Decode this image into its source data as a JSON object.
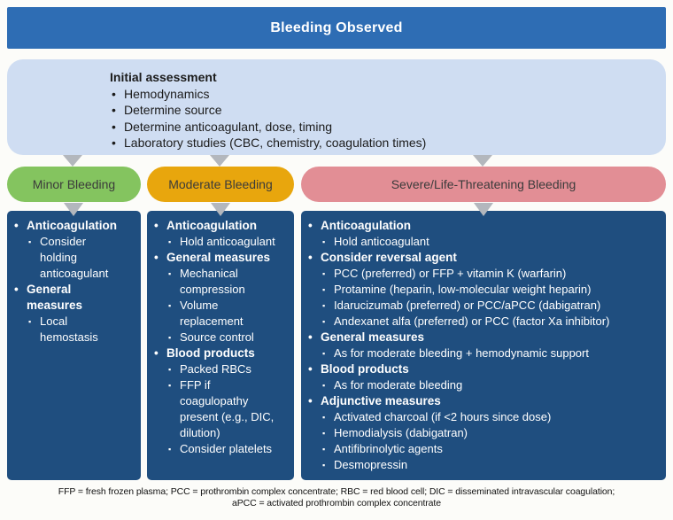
{
  "title": "Bleeding Observed",
  "assessment": {
    "heading": "Initial assessment",
    "items": [
      "Hemodynamics",
      "Determine source",
      "Determine anticoagulant, dose, timing",
      "Laboratory studies (CBC, chemistry, coagulation times)"
    ]
  },
  "branches": [
    {
      "label": "Minor Bleeding",
      "color": "#84c45f",
      "sections": [
        {
          "heading": "Anticoagulation",
          "items": [
            "Consider holding anticoagulant"
          ]
        },
        {
          "heading": "General measures",
          "items": [
            "Local hemostasis"
          ]
        }
      ]
    },
    {
      "label": "Moderate Bleeding",
      "color": "#e8a60d",
      "sections": [
        {
          "heading": "Anticoagulation",
          "items": [
            "Hold anticoagulant"
          ]
        },
        {
          "heading": "General measures",
          "items": [
            "Mechanical compression",
            "Volume replacement",
            "Source control"
          ]
        },
        {
          "heading": "Blood products",
          "items": [
            "Packed RBCs",
            "FFP if coagulopathy present (e.g., DIC, dilution)",
            "Consider platelets"
          ]
        }
      ]
    },
    {
      "label": "Severe/Life-Threatening Bleeding",
      "color": "#e28e95",
      "sections": [
        {
          "heading": "Anticoagulation",
          "items": [
            "Hold anticoagulant"
          ]
        },
        {
          "heading": "Consider reversal agent",
          "items": [
            "PCC (preferred) or FFP + vitamin K (warfarin)",
            "Protamine (heparin, low-molecular weight heparin)",
            "Idarucizumab (preferred) or PCC/aPCC (dabigatran)",
            "Andexanet alfa (preferred) or PCC (factor Xa inhibitor)"
          ]
        },
        {
          "heading": "General measures",
          "items": [
            "As for moderate bleeding + hemodynamic support"
          ]
        },
        {
          "heading": "Blood products",
          "items": [
            "As for moderate bleeding"
          ]
        },
        {
          "heading": "Adjunctive measures",
          "items": [
            "Activated charcoal (if <2 hours since dose)",
            "Hemodialysis (dabigatran)",
            "Antifibrinolytic agents",
            "Desmopressin"
          ]
        }
      ]
    }
  ],
  "footnote": {
    "line1": "FFP = fresh frozen plasma; PCC = prothrombin complex concentrate; RBC = red blood cell; DIC = disseminated intravascular coagulation;",
    "line2": "aPCC = activated prothrombin complex concentrate"
  },
  "colors": {
    "header_blue": "#2e6db4",
    "assessment_light_blue": "#cfddf2",
    "box_dark_blue": "#1f4e7f",
    "arrow_gray": "#b3b7bd",
    "minor_green": "#84c45f",
    "moderate_orange": "#e8a60d",
    "severe_pink": "#e28e95"
  }
}
